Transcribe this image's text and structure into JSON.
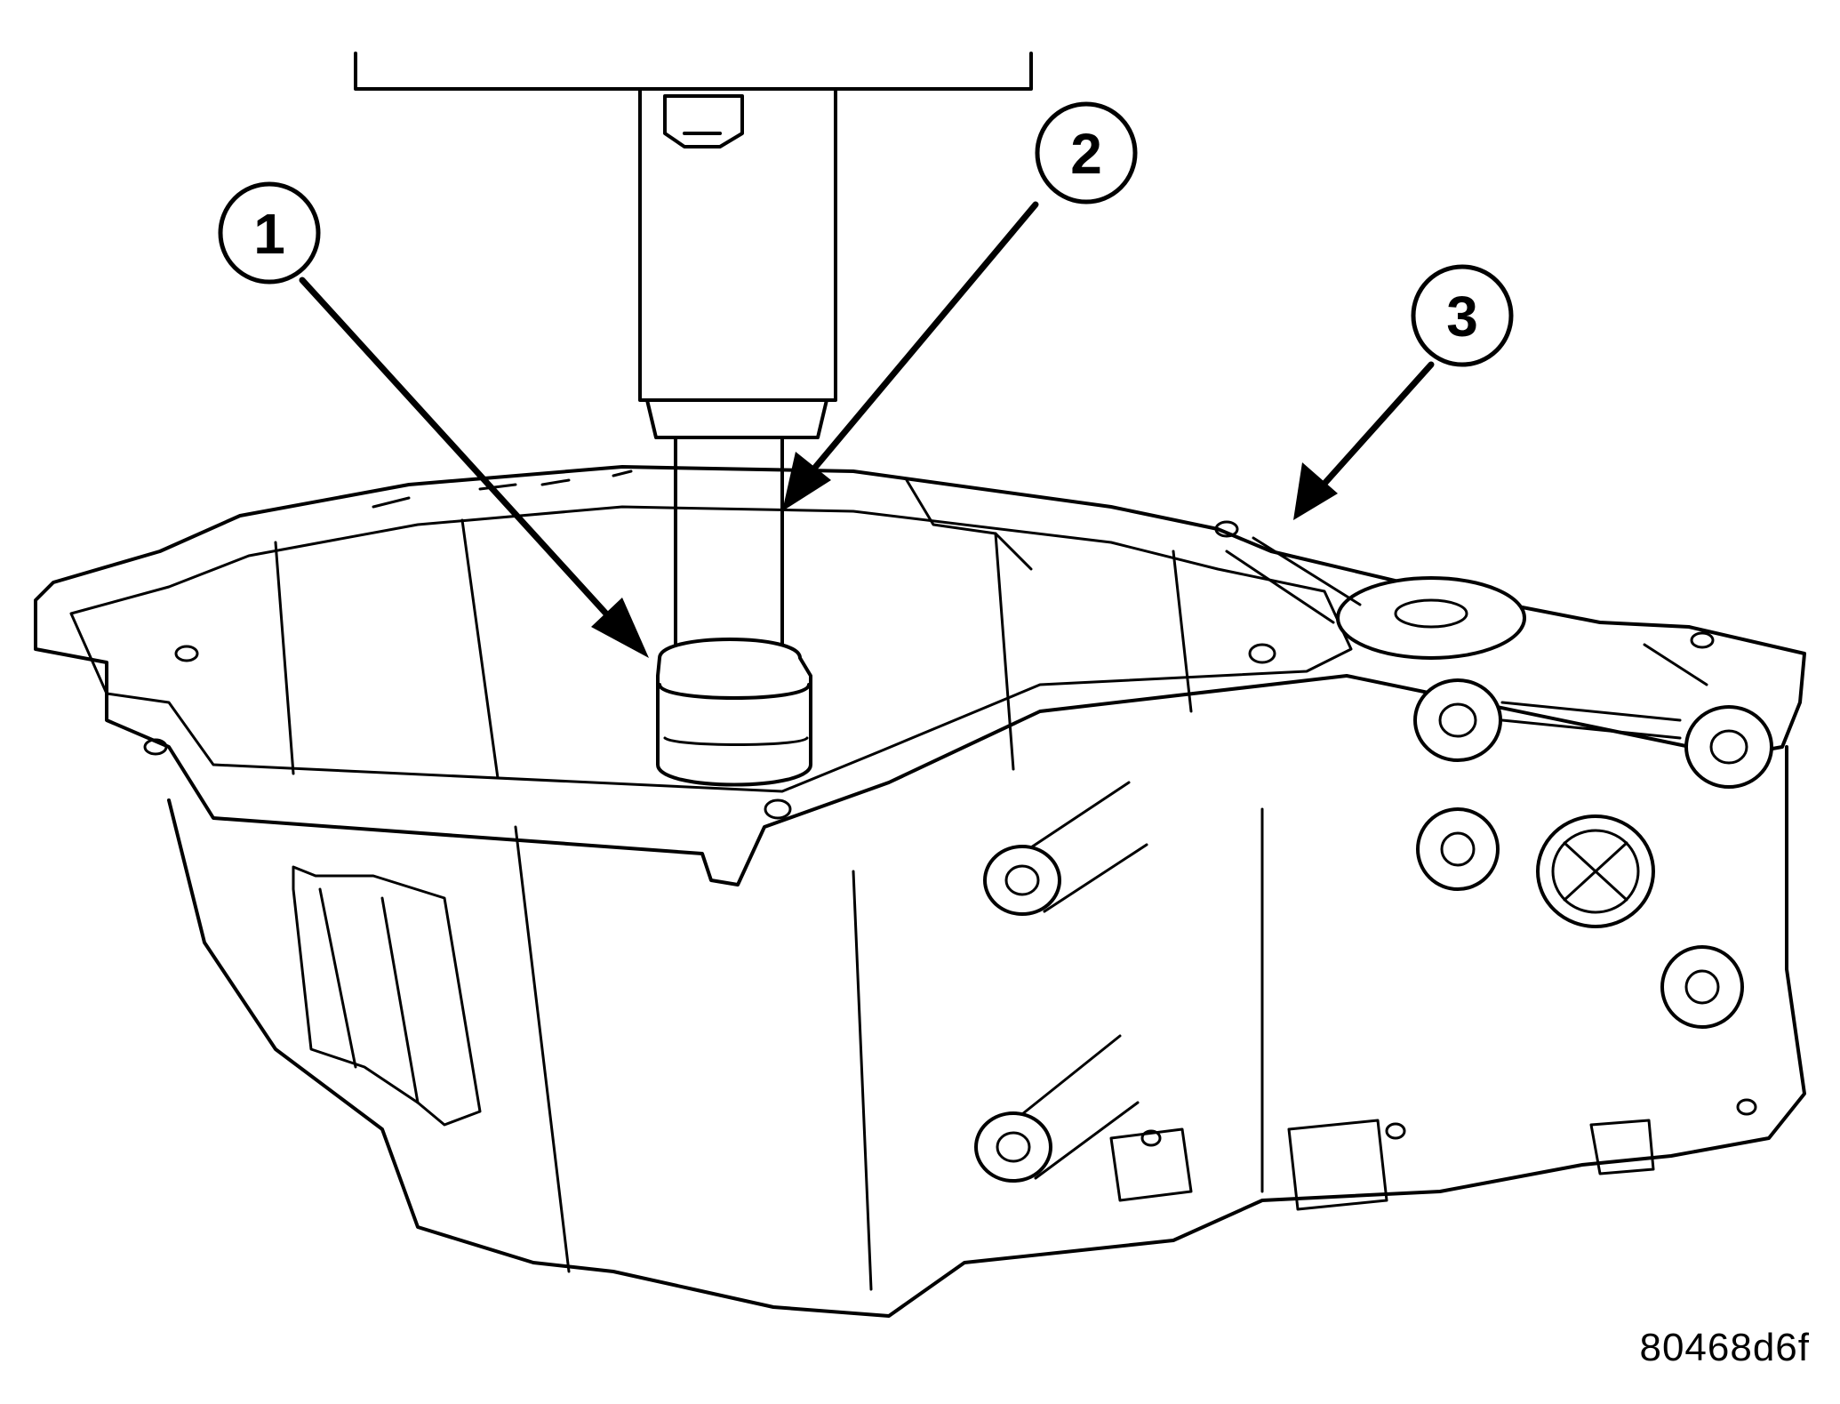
{
  "callouts": [
    {
      "number": "1"
    },
    {
      "number": "2"
    },
    {
      "number": "3"
    }
  ],
  "figure_code": "80468d6f"
}
